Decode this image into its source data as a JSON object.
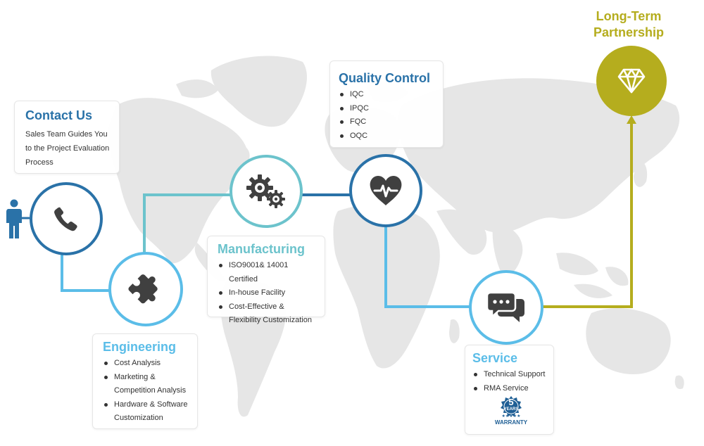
{
  "colors": {
    "dark_blue": "#2a72a8",
    "teal": "#6cc3cc",
    "light_blue": "#5bbde8",
    "olive": "#b5ad1e",
    "icon_gray": "#404040",
    "map_gray": "#e4e4e4"
  },
  "steps": {
    "contact": {
      "title": "Contact Us",
      "description": "Sales Team Guides You to the Project Evaluation Process",
      "icon": "phone-icon"
    },
    "engineering": {
      "title": "Engineering",
      "items": [
        "Cost Analysis",
        "Marketing & Competition Analysis",
        "Hardware & Software Customization"
      ],
      "icon": "puzzle-icon"
    },
    "manufacturing": {
      "title": "Manufacturing",
      "items": [
        "ISO9001& 14001 Certified",
        "In-house Facility",
        "Cost-Effective & Flexibility Customization"
      ],
      "icon": "gears-icon"
    },
    "quality": {
      "title": "Quality Control",
      "items": [
        "IQC",
        "IPQC",
        "FQC",
        "OQC"
      ],
      "icon": "heartbeat-icon"
    },
    "service": {
      "title": "Service",
      "items": [
        "Technical Support",
        "RMA Service"
      ],
      "icon": "chat-bubbles-icon",
      "badge": {
        "number": "5",
        "unit": "YEARS",
        "stars": "★★★★★",
        "label": "WARRANTY"
      }
    },
    "partnership": {
      "title_line1": "Long-Term",
      "title_line2": "Partnership",
      "icon": "diamond-icon"
    }
  },
  "person_icon": "person-icon",
  "background": "world-map"
}
